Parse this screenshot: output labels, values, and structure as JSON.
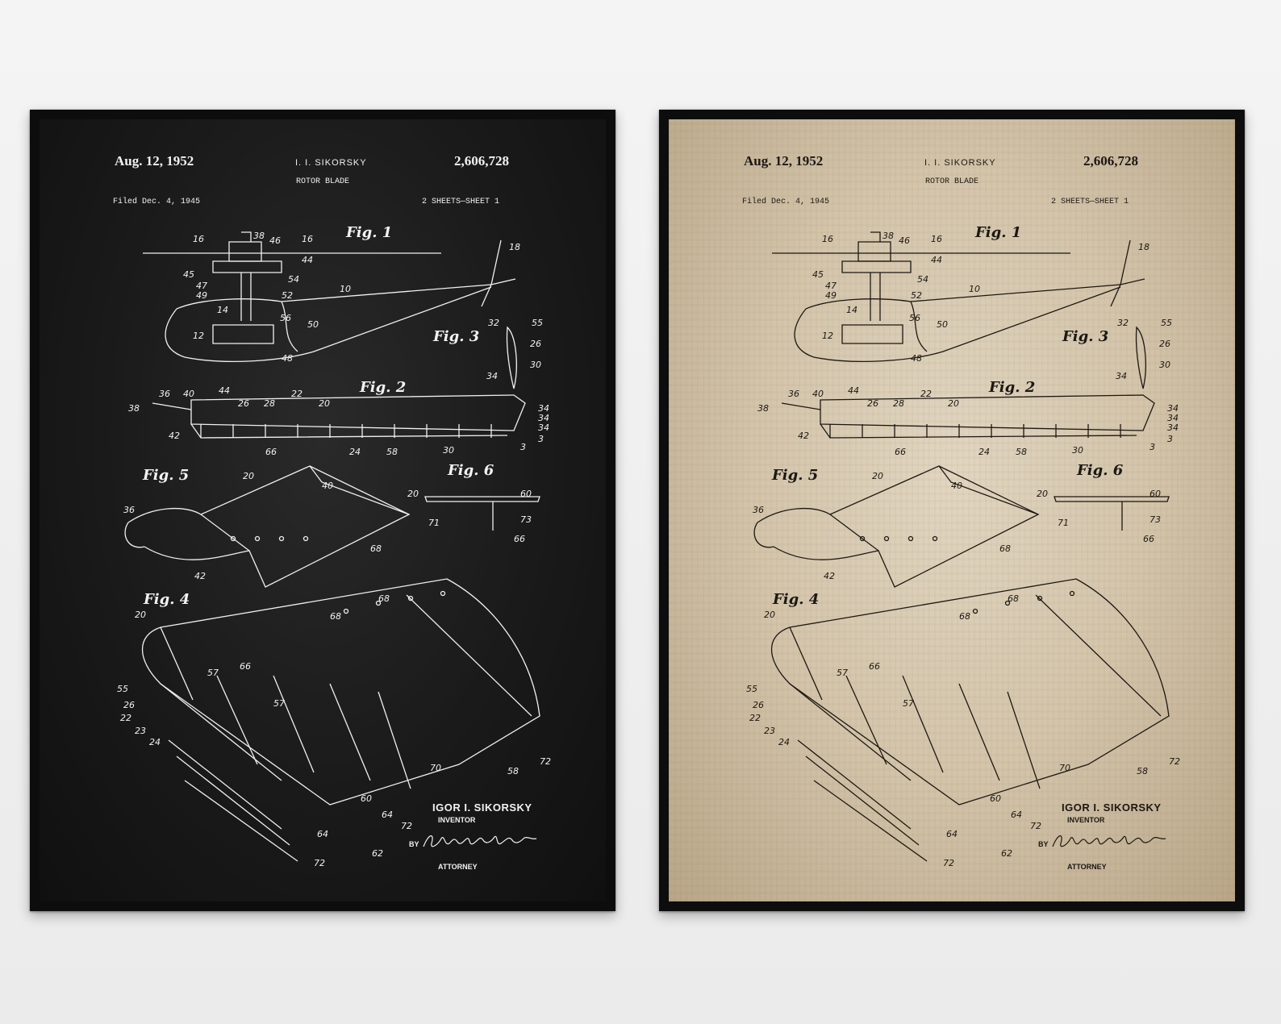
{
  "posters": [
    {
      "variant": "chalkboard",
      "background_color": "#1a1a1a",
      "ink_color": "#f2f2f2",
      "date": "Aug. 12, 1952",
      "inventor_header": "I. I. SIKORSKY",
      "patent_number": "2,606,728",
      "title": "ROTOR BLADE",
      "filed": "Filed Dec. 4, 1945",
      "sheets": "2 SHEETS—SHEET 1",
      "figures": [
        "Fig. 1",
        "Fig. 2",
        "Fig. 3",
        "Fig. 4",
        "Fig. 5",
        "Fig. 6"
      ],
      "signature": {
        "name": "IGOR I. SIKORSKY",
        "role": "INVENTOR",
        "by": "BY",
        "attorney_signature": "Charles L. Shelton",
        "attorney": "ATTORNEY"
      }
    },
    {
      "variant": "vintage-sepia",
      "background_color": "#d3c4aa",
      "ink_color": "#1b1712",
      "date": "Aug. 12, 1952",
      "inventor_header": "I. I. SIKORSKY",
      "patent_number": "2,606,728",
      "title": "ROTOR BLADE",
      "filed": "Filed Dec. 4, 1945",
      "sheets": "2 SHEETS—SHEET 1",
      "figures": [
        "Fig. 1",
        "Fig. 2",
        "Fig. 3",
        "Fig. 4",
        "Fig. 5",
        "Fig. 6"
      ],
      "signature": {
        "name": "IGOR I. SIKORSKY",
        "role": "INVENTOR",
        "by": "BY",
        "attorney_signature": "Charles L. Shelton",
        "attorney": "ATTORNEY"
      }
    }
  ],
  "reference_numbers": {
    "fig1": [
      "16",
      "38",
      "46",
      "16",
      "44",
      "45",
      "54",
      "47",
      "49",
      "52",
      "10",
      "14",
      "56",
      "50",
      "12",
      "48",
      "18"
    ],
    "fig2": [
      "36",
      "40",
      "44",
      "22",
      "26",
      "28",
      "20",
      "38",
      "42",
      "66",
      "24",
      "58",
      "30",
      "34",
      "34",
      "34",
      "3",
      "3"
    ],
    "fig3": [
      "32",
      "55",
      "26",
      "30",
      "34"
    ],
    "fig5": [
      "20",
      "40",
      "36",
      "68",
      "42"
    ],
    "fig6": [
      "20",
      "60",
      "71",
      "73",
      "66"
    ],
    "fig4": [
      "68",
      "68",
      "20",
      "57",
      "66",
      "55",
      "26",
      "57",
      "22",
      "23",
      "24",
      "70",
      "58",
      "72",
      "60",
      "64",
      "72",
      "64",
      "72",
      "62"
    ]
  }
}
